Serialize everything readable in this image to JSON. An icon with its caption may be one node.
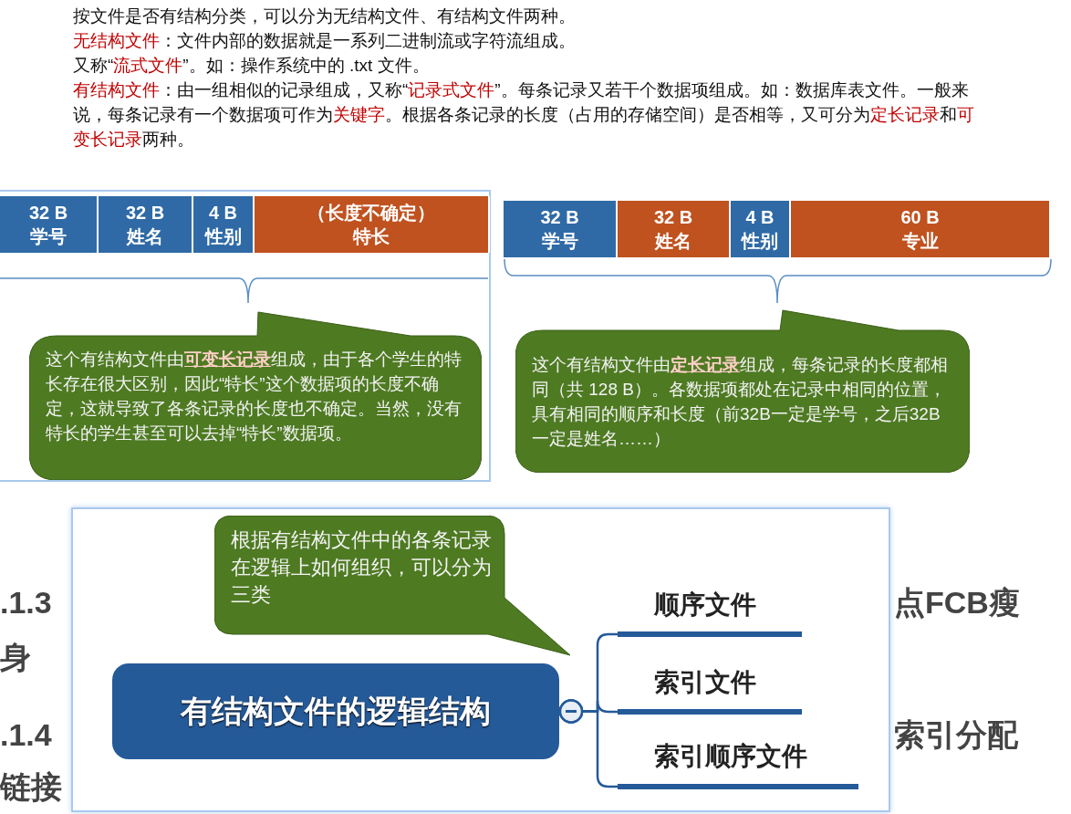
{
  "diagram": {
    "nodes": [
      {
        "text": [
          "32 B",
          "学号"
        ]
      },
      {
        "text": [
          "32 B",
          "姓名"
        ]
      },
      {
        "text": [
          "4 B",
          "性别"
        ]
      },
      {
        "text": [
          "（长度不确定）",
          "特长"
        ]
      },
      {
        "text": [
          "这个有结构文件由**可变长记录**组成，由于各个学生的特长存在很大区别，因此“特长”这个数据项的长度不确定，这就导致了各条记录的长度也不确定。当然，没有特长的学生甚至可以去掉“特长”数据项。"
        ]
      },
      {
        "text": [
          "32 B",
          "学号"
        ]
      },
      {
        "text": [
          "32 B",
          "姓名"
        ]
      },
      {
        "text": [
          "4 B",
          "性别"
        ]
      },
      {
        "text": [
          "60 B",
          "专业"
        ]
      },
      {
        "text": [
          "这个有结构文件由**定长记录**组成，每条记录的长度都相同（共 128 B）。各数据项都处在记录中相同的位置，具有相同的顺序和长度（前32B一定是学号，之后32B一定是姓名……）"
        ]
      },
      {
        "text": [
          "有结构文件的逻辑结构"
        ]
      },
      {
        "text": [
          "根据有结构文件中的各条记录在逻辑上如何组织，可以分为三类"
        ]
      },
      {
        "text": [
          "顺序文件"
        ]
      },
      {
        "text": [
          "索引文件"
        ]
      },
      {
        "text": [
          "索引顺序文件"
        ]
      }
    ],
    "edges": [
      {
        "from": 10,
        "to": 12,
        "arrow": "other"
      },
      {
        "from": 10,
        "to": 13,
        "arrow": "other"
      },
      {
        "from": 10,
        "to": 14,
        "arrow": "other"
      }
    ],
    "labels": [
      "按文件是否有结构分类，可以分为无结构文件、有结构文件两种。",
      "**无结构文件**：文件内部的数据就是一系列二进制流或字符流组成。又称“**流式文件**”。如：操作系统中的 .txt 文件。",
      "**有结构文件**：由一组相似的记录组成，又称“**记录式文件**”。每条记录又若干个数据项组成。如：数据库表文件。一般来说，每条记录有一个数据项可作为**关键字**。根据各条记录的长度（占用的存储空间）是否相等，又可分为**定长记录**和**可变长记录**两种。",
      ".1.3",
      "点FCB瘦",
      "身",
      ".1.4",
      "索引分配",
      "链接"
    ]
  }
}
